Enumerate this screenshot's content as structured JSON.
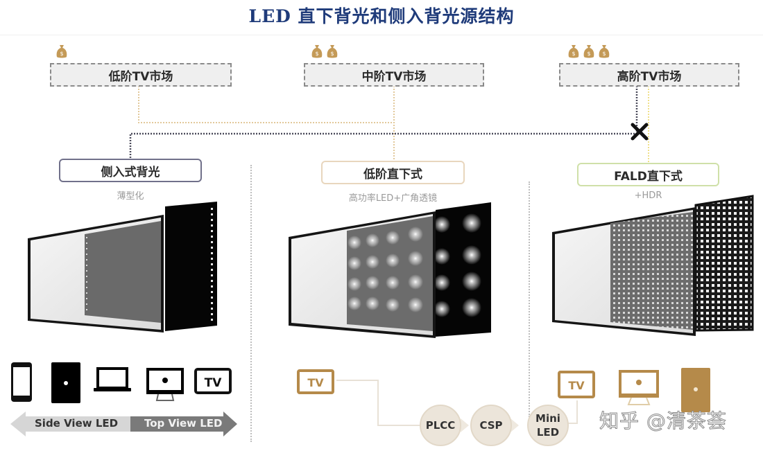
{
  "title": "LED 直下背光和侧入背光源结构",
  "markets": [
    {
      "label": "低阶TV市场",
      "bags": 1
    },
    {
      "label": "中阶TV市场",
      "bags": 2
    },
    {
      "label": "高阶TV市场",
      "bags": 3
    }
  ],
  "technologies": [
    {
      "label": "侧入式背光",
      "subtitle": "薄型化",
      "backlight": "edge-lit LED strip"
    },
    {
      "label": "低阶直下式",
      "subtitle": "高功率LED+广角透镜",
      "backlight": "4x4 direct-lit LED grid"
    },
    {
      "label": "FALD直下式",
      "subtitle": "+HDR",
      "backlight": "dense full-array local dimming grid"
    }
  ],
  "connections": [
    {
      "from": "低阶TV市场",
      "to": "低阶直下式",
      "style": "tan-dotted"
    },
    {
      "from": "中阶TV市场",
      "to": "低阶直下式",
      "style": "tan-dotted"
    },
    {
      "from": "高阶TV市场",
      "to": "FALD直下式",
      "style": "yellow-dotted"
    },
    {
      "from": "高阶TV市场",
      "to": "侧入式背光",
      "style": "dark-dotted",
      "blocked": true
    }
  ],
  "devices_left": [
    "phone-icon",
    "tablet-icon",
    "laptop-icon",
    "monitor-icon",
    "tv-icon"
  ],
  "view_arrow": {
    "left_label": "Side View LED",
    "right_label": "Top View LED"
  },
  "package_evolution": {
    "stages": [
      "PLCC",
      "CSP",
      "Mini\nLED"
    ],
    "mini_line1": "Mini",
    "mini_line2": "LED",
    "tv_label": "TV"
  },
  "devices_right": {
    "tv_label": "TV",
    "icons": [
      "tv-icon",
      "monitor-icon",
      "tablet-icon"
    ]
  },
  "watermark": "知乎 @清茶荟",
  "colors": {
    "title": "#1f3b7a",
    "tan": "#b58a4a",
    "tan_light": "#ece5da",
    "dark_line": "#4a4a5a",
    "yellow_line": "#f0e08a"
  }
}
